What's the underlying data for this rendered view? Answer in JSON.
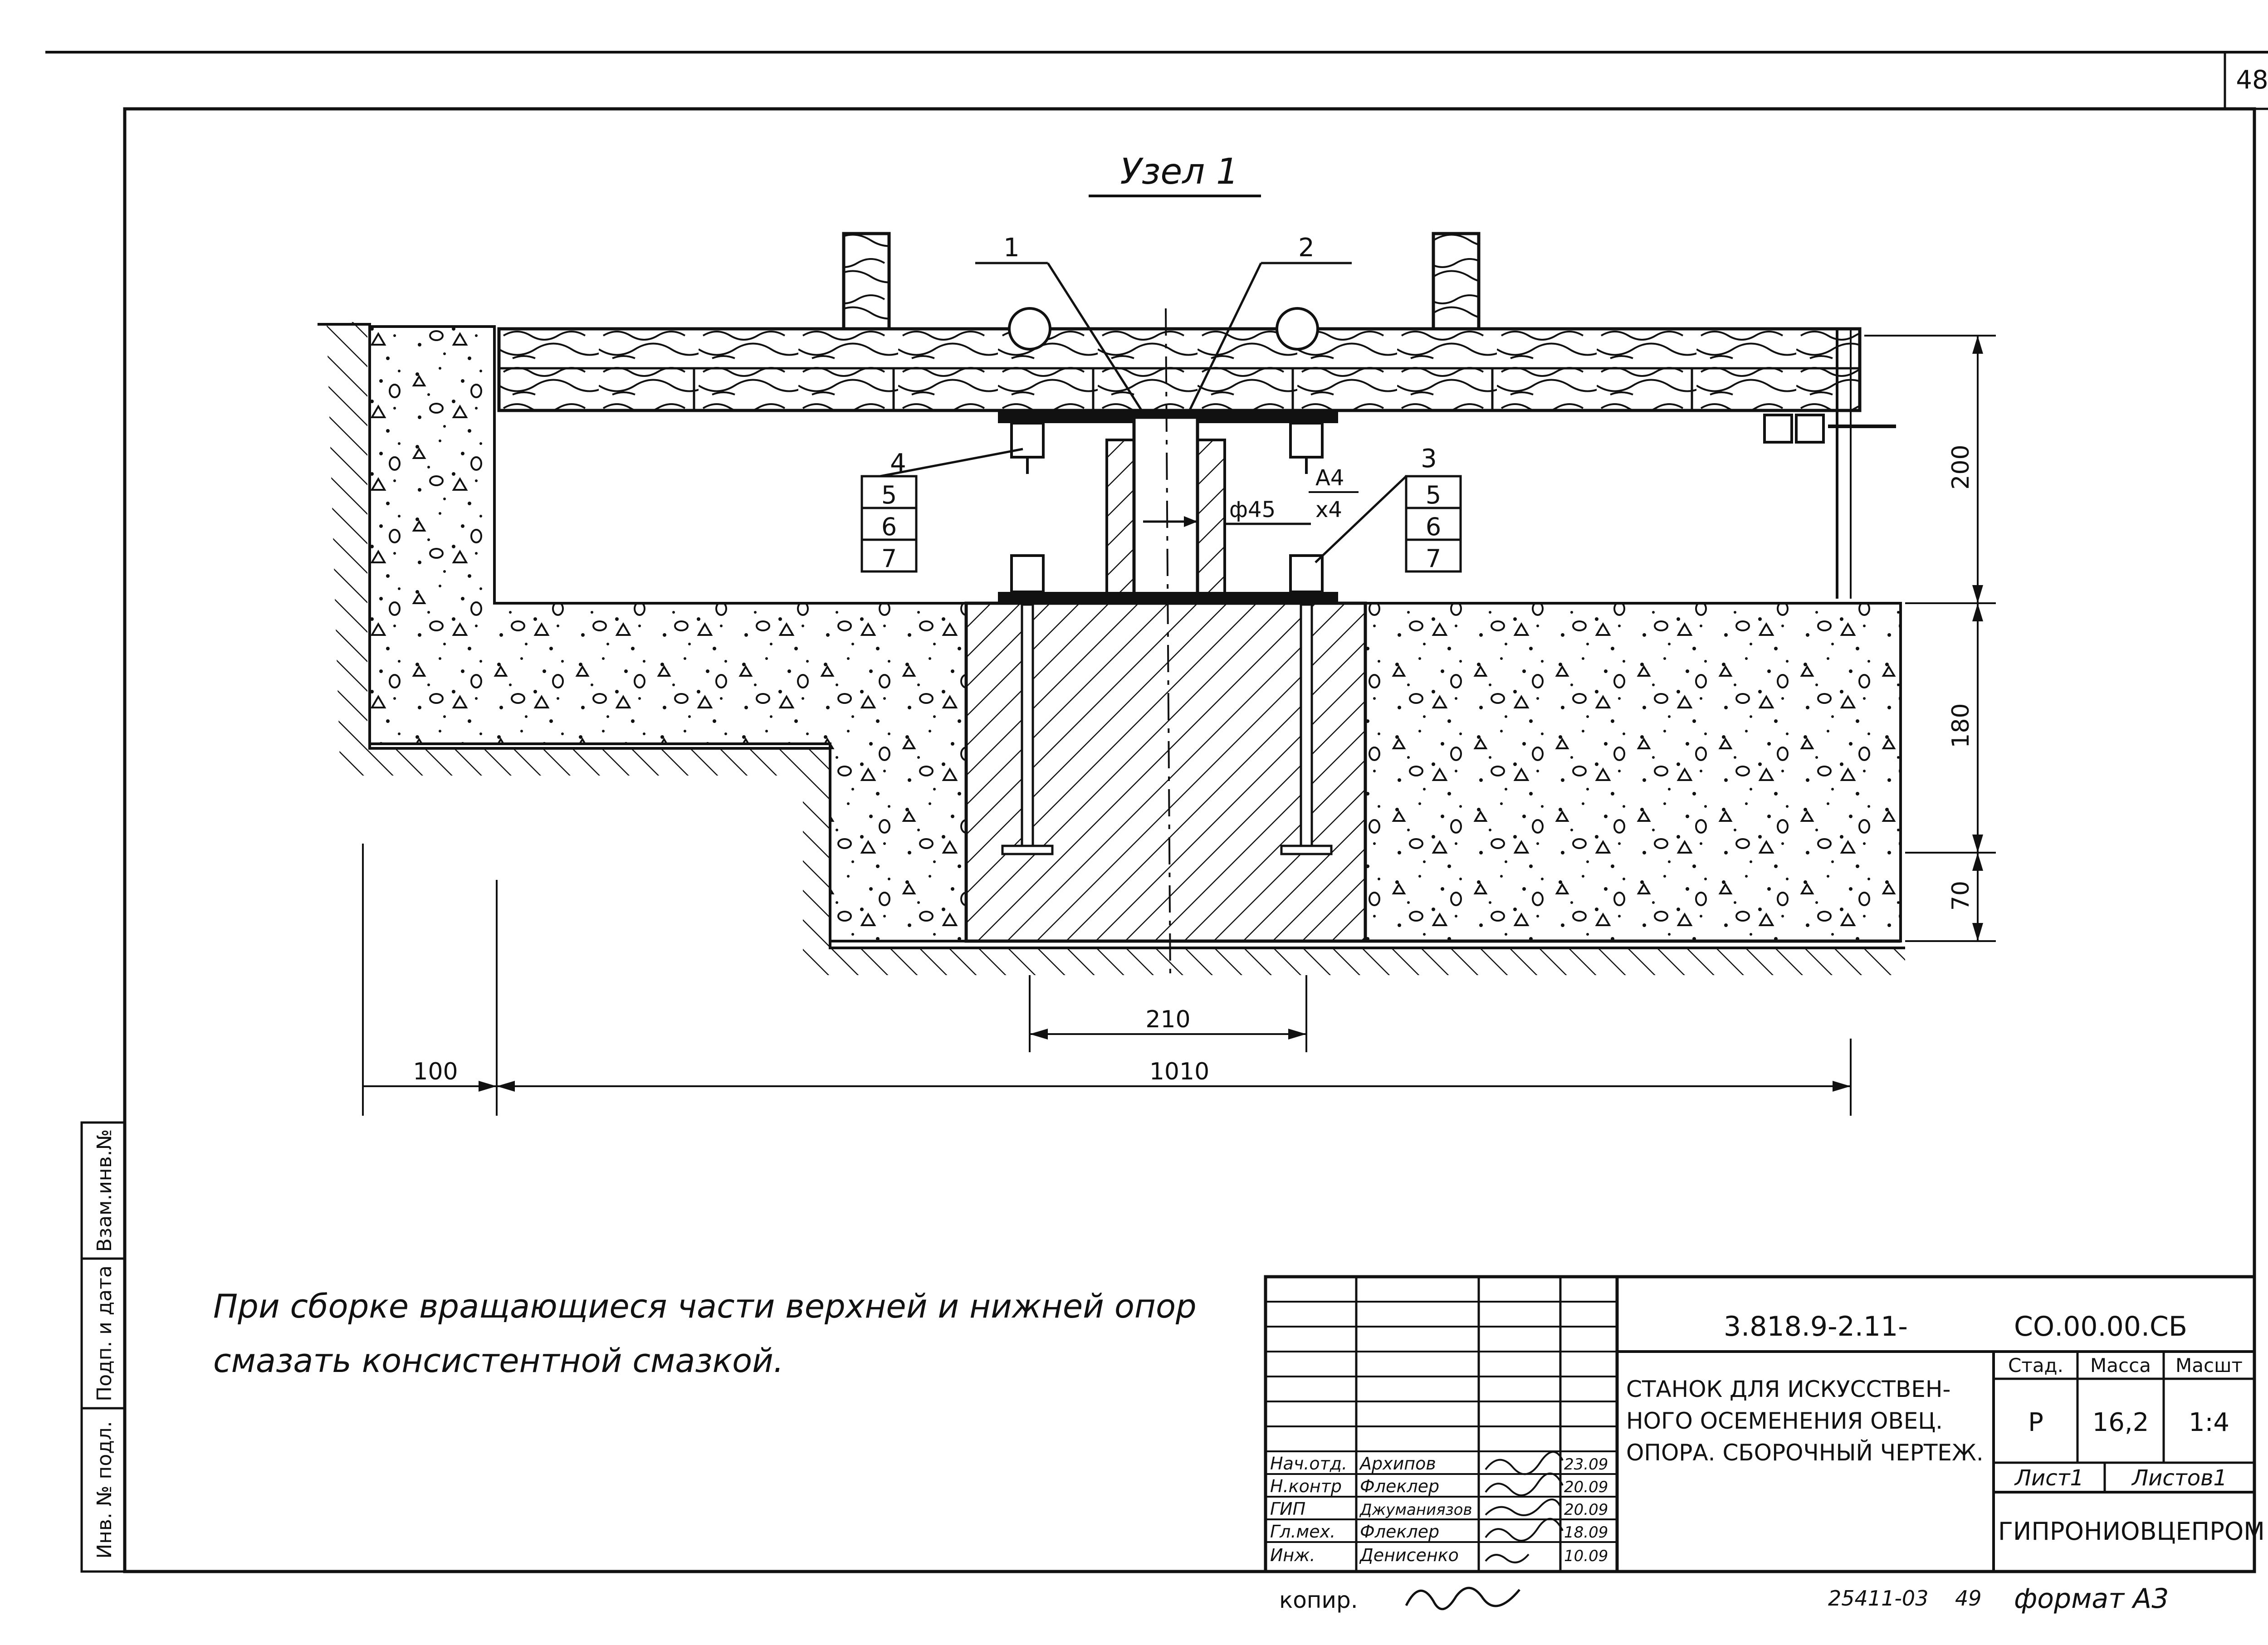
{
  "sheet_number": "48",
  "title": "Узел 1",
  "callouts": {
    "c1": "1",
    "c2": "2",
    "c3": "3",
    "c4": "4",
    "left_stack": [
      "5",
      "6",
      "7"
    ],
    "right_stack": [
      "5",
      "6",
      "7"
    ]
  },
  "dimensions": {
    "d200": "200",
    "d180": "180",
    "d70": "70",
    "d210": "210",
    "d100": "100",
    "d1010": "1010",
    "pipe_diameter": "ф45",
    "weld_top": "А4",
    "weld_bottom": "х4"
  },
  "note": {
    "line1": "При сборке вращающиеся части верхней и нижней опор",
    "line2": "смазать консистентной смазкой."
  },
  "side_stamp": {
    "inv_podl": "Инв. № подл.",
    "podp_data": "Подп. и дата",
    "vzam_inv": "Взам.инв.№"
  },
  "title_block": {
    "doc_code": "3.818.9-2.11-",
    "doc_suffix": "СО.00.00.СБ",
    "description": [
      "СТАНОК ДЛЯ ИСКУССТВЕН-",
      "НОГО ОСЕМЕНЕНИЯ ОВЕЦ.",
      "ОПОРА. СБОРОЧНЫЙ ЧЕРТЕЖ."
    ],
    "headers": {
      "stage": "Стад.",
      "mass": "Масса",
      "scale": "Масшт"
    },
    "values": {
      "stage": "Р",
      "mass": "16,2",
      "scale": "1:4"
    },
    "sheet": "Лист1",
    "sheets": "Листов1",
    "organization": "ГИПРОНИОВЦЕПРОМ",
    "staff": [
      {
        "role": "Нач.отд.",
        "name": "Архипов",
        "date": "23.09"
      },
      {
        "role": "Н.контр",
        "name": "Флеклер",
        "date": "20.09"
      },
      {
        "role": "ГИП",
        "name": "Джуманиязов",
        "date": "20.09"
      },
      {
        "role": "Гл.мех.",
        "name": "Флеклер",
        "date": "18.09"
      },
      {
        "role": "Инж.",
        "name": "Денисенко",
        "date": "10.09"
      }
    ]
  },
  "footer": {
    "copied": "копир.",
    "order_no": "25411-03",
    "page": "49",
    "format": "формат А3"
  }
}
